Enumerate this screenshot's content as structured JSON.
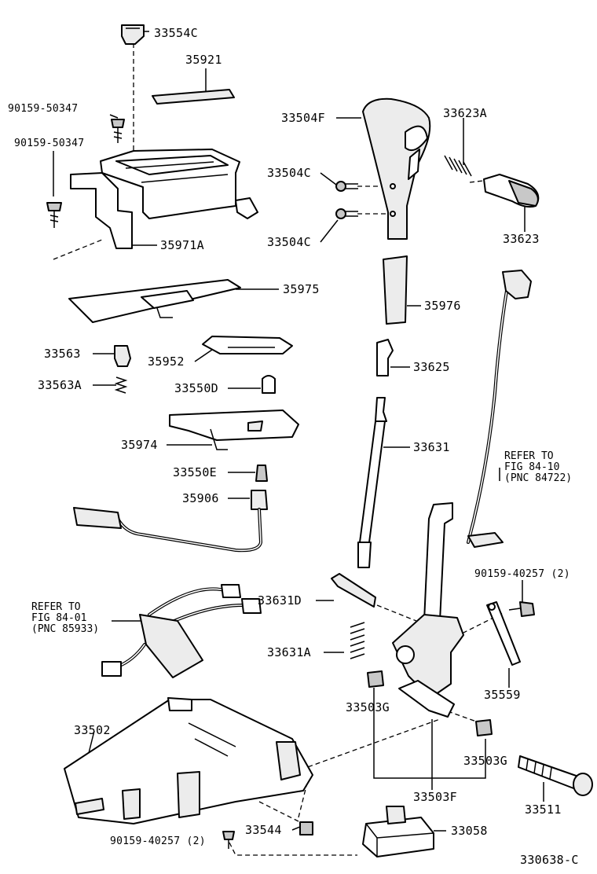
{
  "diagram": {
    "drawing_number": "330638-C",
    "parts": {
      "p33554C": "33554C",
      "p35921": "35921",
      "p90159_50347_a": "90159-50347",
      "p90159_50347_b": "90159-50347",
      "p35971A": "35971A",
      "p35975": "35975",
      "p33563": "33563",
      "p33563A": "33563A",
      "p35952": "35952",
      "p33550D": "33550D",
      "p35974": "35974",
      "p33550E": "33550E",
      "p35906": "35906",
      "p33504F": "33504F",
      "p33623A": "33623A",
      "p33504C_a": "33504C",
      "p33504C_b": "33504C",
      "p33623": "33623",
      "p35976": "35976",
      "p33625": "33625",
      "p33631": "33631",
      "p90159_40257_a": "90159-40257 (2)",
      "p33631D": "33631D",
      "p33631A": "33631A",
      "p35559": "35559",
      "p33503G_a": "33503G",
      "p33503G_b": "33503G",
      "p33502": "33502",
      "p33511": "33511",
      "p33503F": "33503F",
      "p33544": "33544",
      "p90159_40257_b": "90159-40257 (2)",
      "p33058": "33058"
    },
    "notes": {
      "refer_84_10": {
        "line1": "REFER TO",
        "line2": "FIG 84-10",
        "line3": "(PNC 84722)"
      },
      "refer_84_01": {
        "line1": "REFER TO",
        "line2": "FIG 84-01",
        "line3": "(PNC 85933)"
      }
    }
  }
}
